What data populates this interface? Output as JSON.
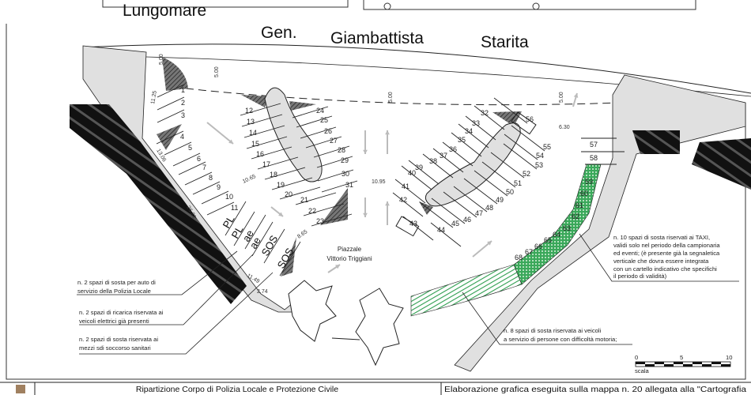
{
  "street_name": {
    "w1": "Lungomare",
    "w2": "Gen.",
    "w3": "Giambattista",
    "w4": "Starita"
  },
  "square_name": {
    "line1": "Piazzale",
    "line2": "Vittorio Triggiani"
  },
  "stall_numbers": [
    "1",
    "2",
    "3",
    "4",
    "5",
    "6",
    "7",
    "8",
    "9",
    "10",
    "11",
    "12",
    "13",
    "14",
    "15",
    "16",
    "17",
    "18",
    "19",
    "20",
    "21",
    "22",
    "23",
    "24",
    "25",
    "26",
    "27",
    "28",
    "29",
    "30",
    "31",
    "32",
    "33",
    "34",
    "35",
    "36",
    "37",
    "38",
    "39",
    "40",
    "41",
    "42",
    "43",
    "44",
    "45",
    "46",
    "47",
    "48",
    "49",
    "50",
    "51",
    "52",
    "53",
    "54",
    "55",
    "56",
    "57",
    "58",
    "59",
    "60",
    "61",
    "62",
    "63",
    "64",
    "65",
    "66",
    "67",
    "68"
  ],
  "special_stalls": [
    "PL",
    "PL",
    "ae",
    "ae",
    "SOS",
    "SOS"
  ],
  "dimensions": [
    "5.00",
    "5.00",
    "5.00",
    "5.00",
    "11.25",
    "13.06",
    "10.65",
    "10.95",
    "26.21",
    "8.65",
    "11.49",
    "2.74",
    "6.30"
  ],
  "notes": {
    "police": [
      "n. 2 spazi di sosta per auto di",
      "servizio della Polizia Locale"
    ],
    "electric": [
      "n. 2 spazi di ricarica  riservata ai",
      "veicoli elettrici già presenti"
    ],
    "ambulance": [
      "n. 2 spazi di sosta  riservata ai",
      "mezzi sdi soccorso sanitari"
    ],
    "taxi": [
      "n. 10 spazi di sosta riservati ai TAXI,",
      "validi solo nel periodo della campionaria",
      "ed eventi; (è presente già la segnaletica",
      "verticale che dovra essere integrata",
      "con un cartello indicativo che specifichi",
      "il periodo di validità)"
    ],
    "disabled": [
      "n. 8 spazi di sosta  riservata ai veicoli",
      "a servizio di persone con difficoltà motoria;"
    ]
  },
  "scale_bar": {
    "ticks": [
      "0",
      "5",
      "10"
    ],
    "label": "scala"
  },
  "title_block": {
    "office": "Ripartizione Corpo di Polizia Locale  e Protezione Civile",
    "note": "Elaborazione grafica eseguita sulla mappa n. 20 allegata alla \"Cartografia"
  },
  "colors": {
    "reserved_green": "#2e9e4f",
    "sidewalk_gray": "#e0e0e0",
    "building_black": "#1a1a1a"
  }
}
